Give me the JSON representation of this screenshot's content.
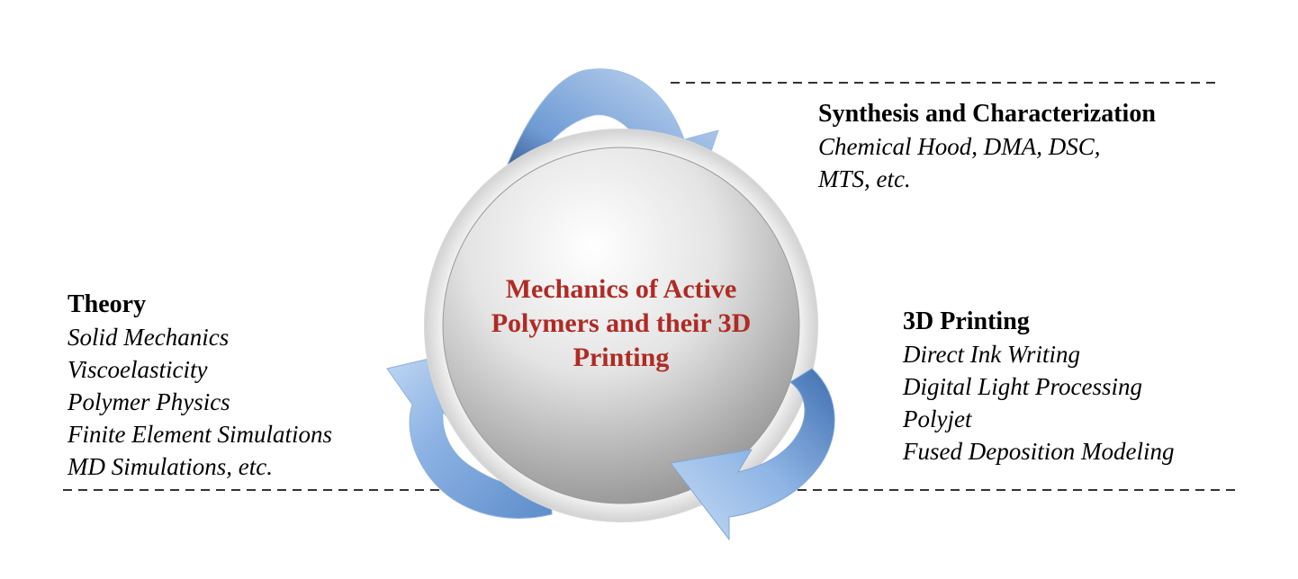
{
  "center": {
    "title": "Mechanics of Active\nPolymers and their 3D\nPrinting",
    "title_color": "#b02a24"
  },
  "blocks": {
    "synthesis": {
      "heading": "Synthesis and Characterization",
      "items": [
        "Chemical Hood, DMA, DSC,",
        "MTS, etc."
      ]
    },
    "theory": {
      "heading": "Theory",
      "items": [
        "Solid Mechanics",
        "Viscoelasticity",
        "Polymer Physics",
        "Finite Element Simulations",
        "MD Simulations, etc."
      ]
    },
    "printing": {
      "heading": "3D Printing",
      "items": [
        "Direct Ink Writing",
        "Digital Light Processing",
        "Polyjet",
        "Fused Deposition Modeling"
      ]
    }
  },
  "colors": {
    "arrow_light": "#c9dcf3",
    "arrow_mid": "#7aa5dc",
    "arrow_dark": "#1f3b6b",
    "sphere_light": "#ffffff",
    "sphere_dark": "#8f8f8f",
    "ring": "#dcdcdc",
    "divider": "#333333"
  },
  "icons": {
    "arrows": "curved-cycle-arrows",
    "center": "sphere"
  }
}
